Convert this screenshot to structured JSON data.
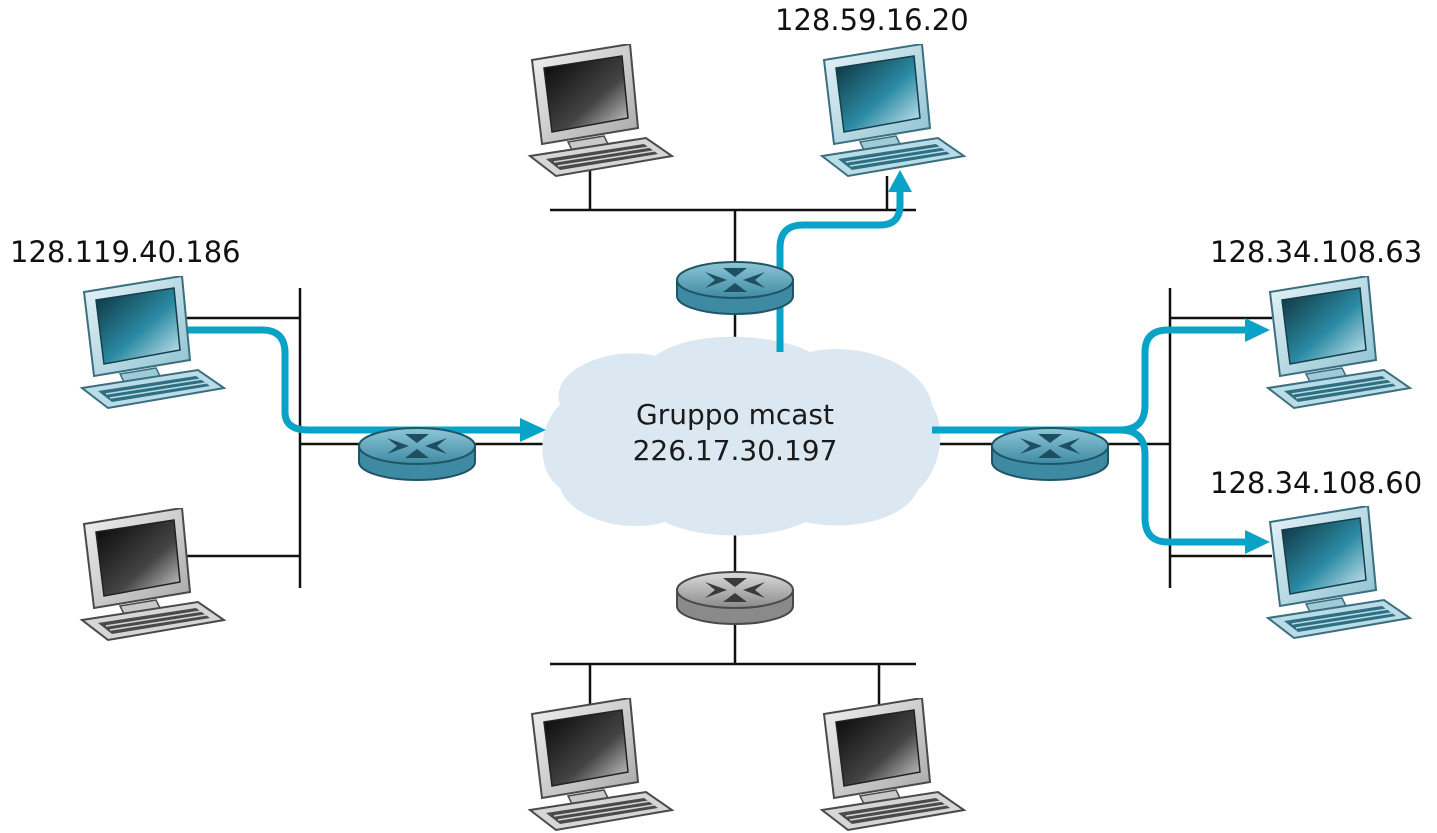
{
  "group": {
    "title": "Gruppo mcast",
    "address": "226.17.30.197"
  },
  "hosts": {
    "sender": "128.119.40.186",
    "top_member": "128.59.16.20",
    "right_member_1": "128.34.108.63",
    "right_member_2": "128.34.108.60"
  },
  "colors": {
    "flow": "#0aa3c8",
    "cloud": "#dbe8f1",
    "router_active": "#5fa6be",
    "router_inactive": "#a9a9a9",
    "screen_member": "#1f6f85",
    "screen_other": "#2a2a2a"
  },
  "icons": {
    "router": "router-icon",
    "computer": "desktop-computer-icon",
    "cloud": "network-cloud-icon",
    "arrow": "arrowhead-icon"
  }
}
